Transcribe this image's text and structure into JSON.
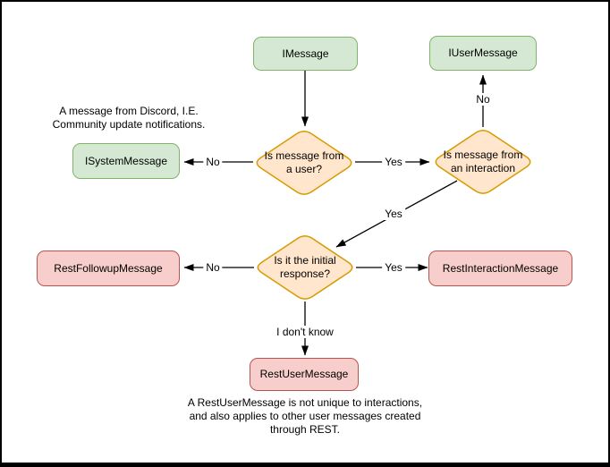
{
  "diagram": {
    "nodes": {
      "imessage": {
        "label": "IMessage"
      },
      "iusermessage": {
        "label": "IUserMessage"
      },
      "isystemmessage": {
        "label": "ISystemMessage"
      },
      "restfollowupmessage": {
        "label": "RestFollowupMessage"
      },
      "restinteractionmessage": {
        "label": "RestInteractionMessage"
      },
      "restusermessage": {
        "label": "RestUserMessage"
      }
    },
    "decisions": {
      "from_user": {
        "label": "Is message from\na user?"
      },
      "from_interaction": {
        "label": "Is message from\nan interaction"
      },
      "initial_response": {
        "label": "Is it the initial\nresponse?"
      }
    },
    "edge_labels": {
      "user_no": "No",
      "user_yes": "Yes",
      "interaction_no": "No",
      "interaction_yes": "Yes",
      "initial_no": "No",
      "initial_yes": "Yes",
      "initial_unknown": "I don't know"
    },
    "annotations": {
      "system_note": "A message from Discord, I.E.\nCommunity update notifications.",
      "rest_user_note": "A RestUserMessage is not unique to interactions,\nand also applies to other user messages created\nthrough REST."
    },
    "colors": {
      "interface_fill": "#d5e8d4",
      "interface_stroke": "#82b366",
      "decision_fill": "#ffe6cc",
      "decision_stroke": "#d79b00",
      "class_fill": "#f8cecc",
      "class_stroke": "#b85450",
      "connector": "#000000",
      "background": "#ffffff",
      "frame_border": "#000000"
    }
  }
}
